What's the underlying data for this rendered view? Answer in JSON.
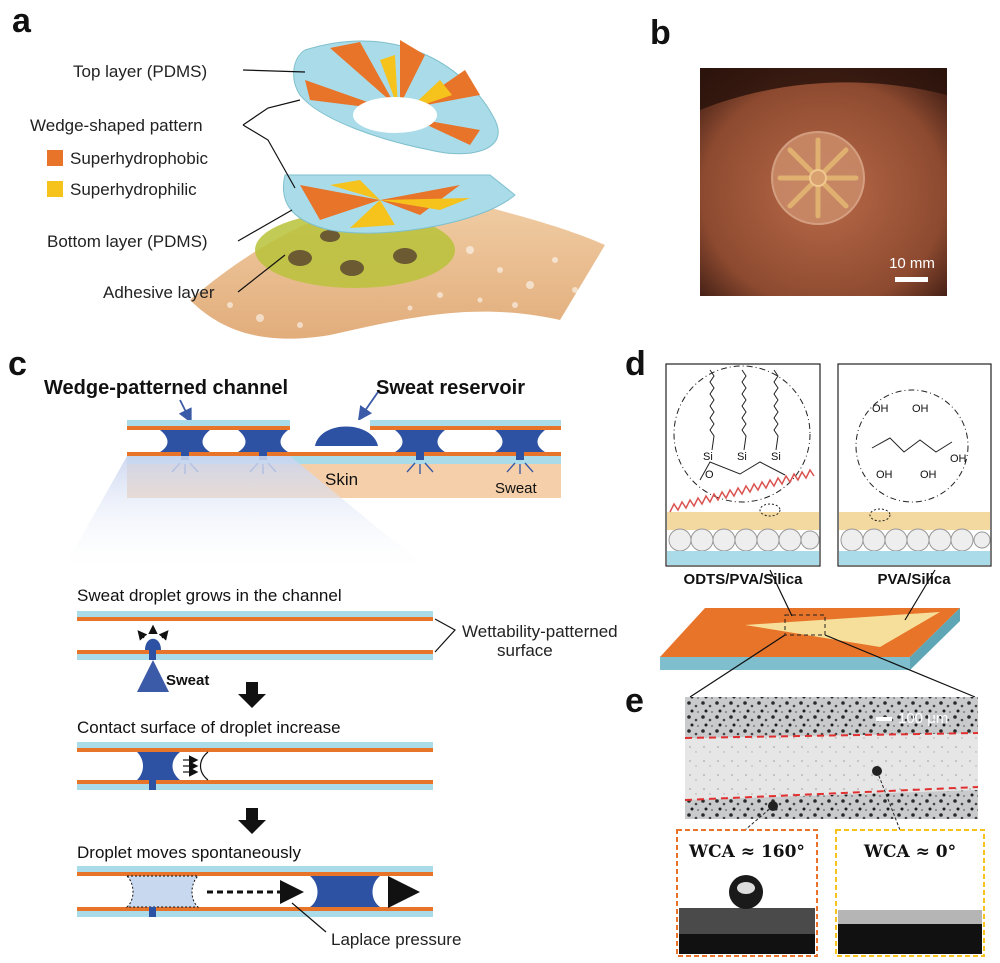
{
  "panels": {
    "a": "a",
    "b": "b",
    "c": "c",
    "d": "d",
    "e": "e"
  },
  "panel_a": {
    "top_layer": "Top layer (PDMS)",
    "wedge_pattern": "Wedge-shaped pattern",
    "legend_hydrophobic": "Superhydrophobic",
    "legend_hydrophilic": "Superhydrophilic",
    "bottom_layer": "Bottom layer (PDMS)",
    "adhesive_layer": "Adhesive layer",
    "colors": {
      "hydrophobic": "#e8742a",
      "hydrophilic": "#f6c21c",
      "pdms": "#a9dce8",
      "adhesive": "#b8c23a",
      "skin": "#e9b98a"
    }
  },
  "panel_b": {
    "scale_bar": "10 mm"
  },
  "panel_c": {
    "channel_title": "Wedge-patterned channel",
    "reservoir_title": "Sweat reservoir",
    "skin": "Skin",
    "sweat_small": "Sweat",
    "step1": "Sweat droplet grows in the channel",
    "wettability_1": "Wettability-patterned",
    "wettability_2": "surface",
    "sweat_arrow": "Sweat",
    "step2": "Contact surface of droplet increase",
    "step3": "Droplet moves spontaneously",
    "laplace": "Laplace pressure",
    "colors": {
      "droplet": "#2e52a3",
      "orange": "#e8742a",
      "cyan": "#a9dce8"
    }
  },
  "panel_d": {
    "label_left": "ODTS/PVA/Silica",
    "label_right": "PVA/Silica",
    "chem_left": {
      "si1": "Si",
      "si2": "Si",
      "si3": "Si",
      "o": "O"
    },
    "chem_right": {
      "oh": "OH"
    }
  },
  "panel_e": {
    "scale_bar": "100 μm",
    "wca_left": "WCA ≈ 160°",
    "wca_right": "WCA ≈ 0°"
  }
}
